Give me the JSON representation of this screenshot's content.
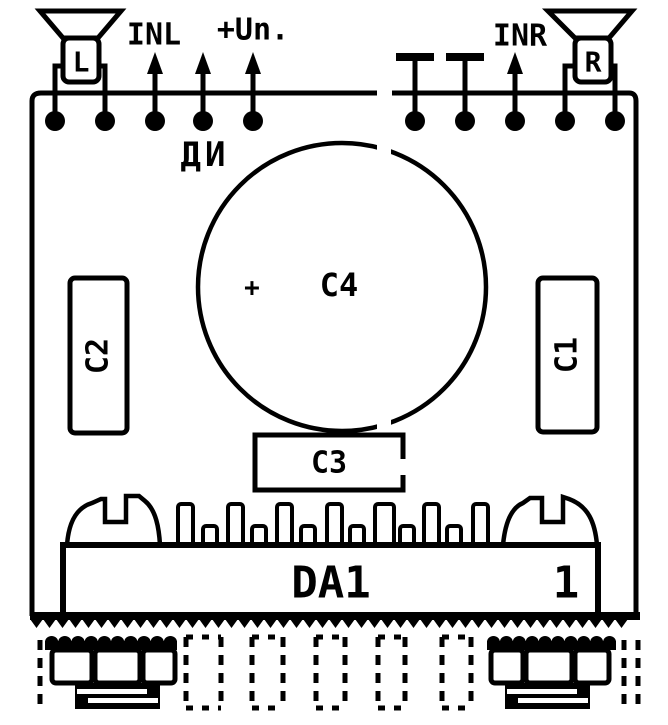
{
  "board": {
    "colors": {
      "ink": "#000000",
      "background": "#ffffff"
    },
    "pad_count": 10,
    "connectors": {
      "speaker_left_label": "L",
      "speaker_right_label": "R",
      "input_left_label": "INL",
      "input_right_label": "INR",
      "power_label": "+Un.",
      "di_label": "ДИ"
    },
    "components": {
      "c1_label": "C1",
      "c2_label": "C2",
      "c3_label": "C3",
      "c4_label": "C4",
      "c4_polarity": "+",
      "ic_label": "DA1",
      "pin_one_label": "1"
    },
    "icons": [
      "speaker-icon",
      "arrow-up-icon",
      "t-terminal-icon",
      "plus-polarity-icon",
      "screw-lug-icon",
      "bolt-assembly-icon",
      "serrated-edge-icon"
    ]
  }
}
